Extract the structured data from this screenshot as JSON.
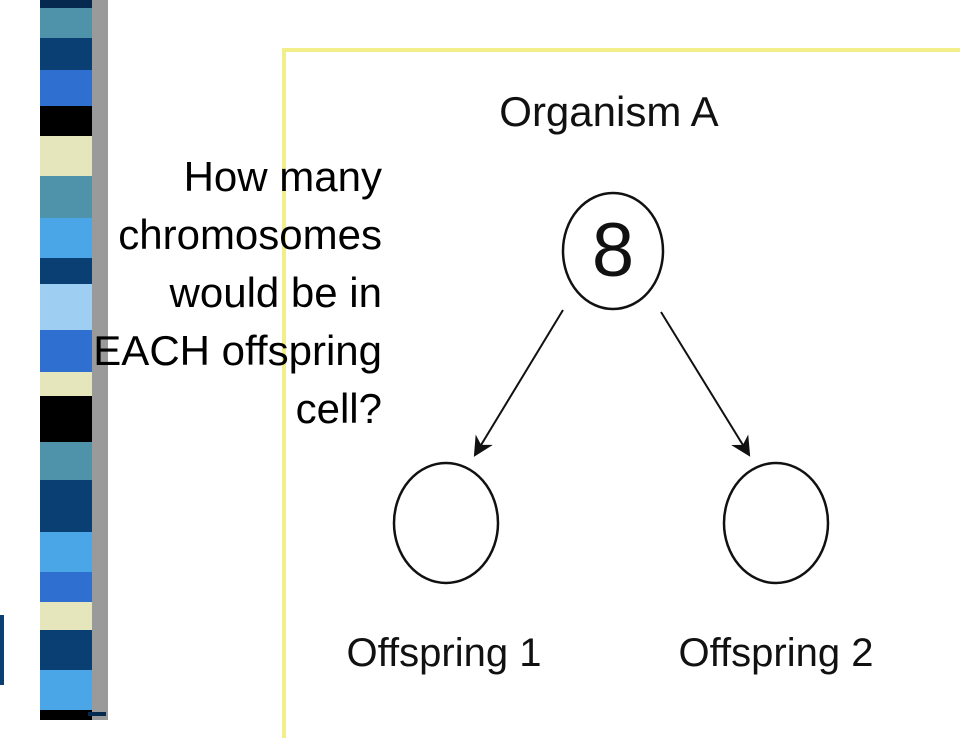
{
  "slide": {
    "question": "How many chromosomes would be in EACH offspring cell?",
    "colors": {
      "stripe_dark": "#062a4f",
      "stripe_navy": "#0a3f74",
      "stripe_blue": "#2f6fd0",
      "stripe_sky": "#4aa6e6",
      "stripe_light": "#9ecff2",
      "stripe_teal": "#4f93aa",
      "stripe_cream": "#e6e6bc",
      "stripe_black": "#000000",
      "frame_border": "#f2ef8a"
    }
  },
  "diagram": {
    "parent_label": "Organism A",
    "parent_chromosomes": "8",
    "child1_label": "Offspring 1",
    "child2_label": "Offspring 2"
  }
}
